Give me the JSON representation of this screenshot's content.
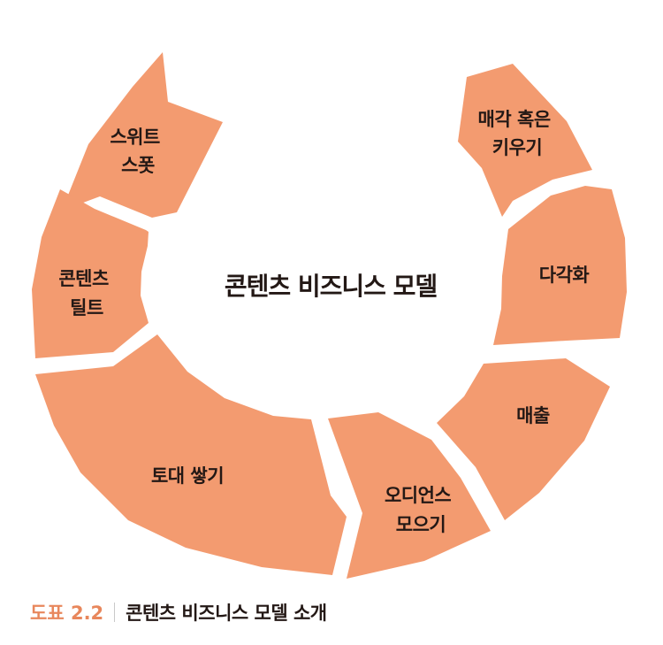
{
  "diagram": {
    "center_title": "콘텐츠 비즈니스 모델",
    "segment_color": "#f39b70",
    "segments": [
      {
        "id": "sweet-spot",
        "lines": [
          "스위트",
          "스폿"
        ]
      },
      {
        "id": "content-tilt",
        "lines": [
          "콘텐츠",
          "틸트"
        ]
      },
      {
        "id": "build-base",
        "lines": [
          "토대 쌓기"
        ]
      },
      {
        "id": "audience",
        "lines": [
          "오디언스",
          "모으기"
        ]
      },
      {
        "id": "revenue",
        "lines": [
          "매출"
        ]
      },
      {
        "id": "diversify",
        "lines": [
          "다각화"
        ]
      },
      {
        "id": "sell-or-grow",
        "lines": [
          "매각 혹은",
          "키우기"
        ]
      }
    ]
  },
  "caption": {
    "figure_number": "도표 2.2",
    "title": "콘텐츠 비즈니스 모델 소개"
  }
}
